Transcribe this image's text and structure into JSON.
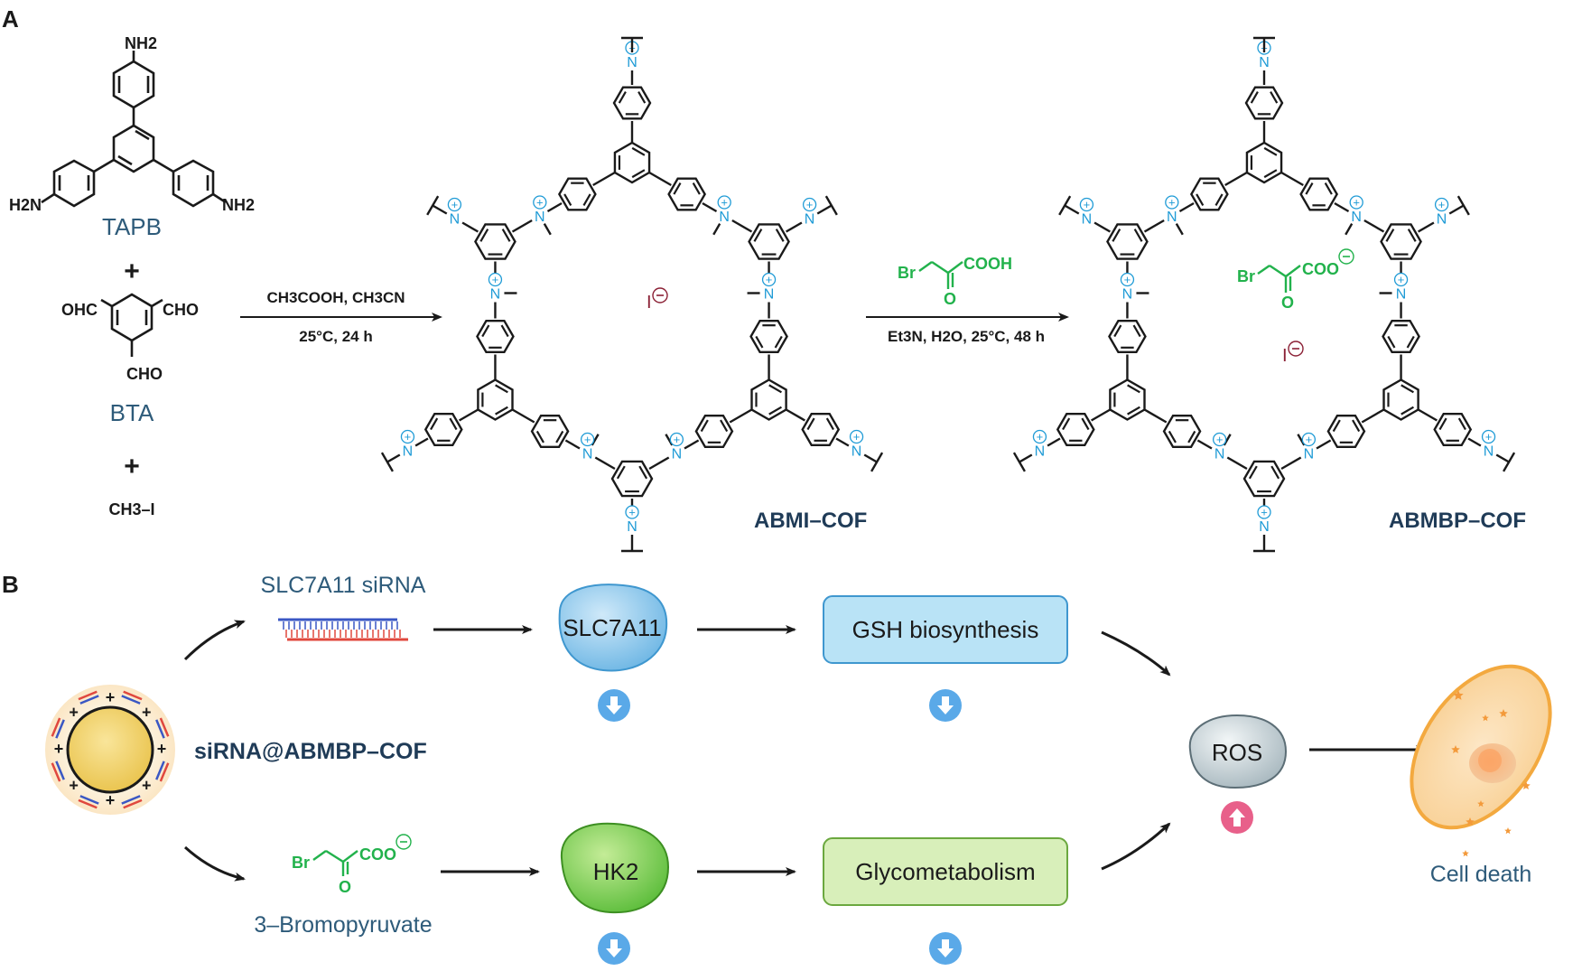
{
  "panels": {
    "a_label": "A",
    "b_label": "B"
  },
  "panel_a": {
    "tapb": {
      "name": "TAPB",
      "nh2_top": "NH2",
      "nh2_left": "H2N",
      "nh2_right": "NH2"
    },
    "plus1": "+",
    "bta": {
      "name": "BTA",
      "cho_left": "OHC",
      "cho_right": "CHO",
      "cho_bottom": "CHO"
    },
    "plus2": "+",
    "methyl_iodide": "CH3–I",
    "step1": {
      "conditions_top": "CH3COOH, CH3CN",
      "conditions_bottom": "25°C, 24 h"
    },
    "cof1": {
      "name": "ABMI–COF",
      "counter_ion": "I"
    },
    "step2": {
      "reagent_br": "Br",
      "reagent_acid": "COOH",
      "reagent_o": "O",
      "conditions_bottom": "Et3N, H2O, 25°C, 48 h"
    },
    "cof2": {
      "name": "ABMBP–COF",
      "guest_br": "Br",
      "guest_coo": "COO",
      "guest_o": "O",
      "counter_ion": "I"
    },
    "n_label": "N",
    "charge_plus": "+",
    "charge_minus": "−"
  },
  "panel_b": {
    "nanoparticle": "siRNA@ABMBP–COF",
    "sirna": "SLC7A11 siRNA",
    "bromopyruvate": "3–Bromopyruvate",
    "bp_br": "Br",
    "bp_coo": "COO",
    "bp_o": "O",
    "slc7a11": "SLC7A11",
    "gsh": "GSH biosynthesis",
    "hk2": "HK2",
    "glyco": "Glycometabolism",
    "ros": "ROS",
    "cell_death": "Cell death",
    "np_plus": "+"
  },
  "colors": {
    "text_dark": "#1a1a1a",
    "label_blue": "#2e5b7a",
    "cof_name": "#1f3b57",
    "nitrogen_blue": "#1f9bd6",
    "reagent_green": "#22b24c",
    "iodide": "#8b2035",
    "slc_blob": "#8cc8ec",
    "gsh_box": "#b9e3f6",
    "hk2_blob": "#7ccf52",
    "glyco_box": "#d8efba",
    "ros_blob": "#c7d3d8",
    "down_arrow": "#5aa9e8",
    "up_arrow": "#e8608a",
    "cell": "#f6b867",
    "np_core": "#f2d36b"
  },
  "icons": [
    "down-arrow-circle-icon",
    "up-arrow-circle-icon",
    "nanoparticle-icon",
    "sirna-duplex-icon",
    "cell-icon"
  ]
}
